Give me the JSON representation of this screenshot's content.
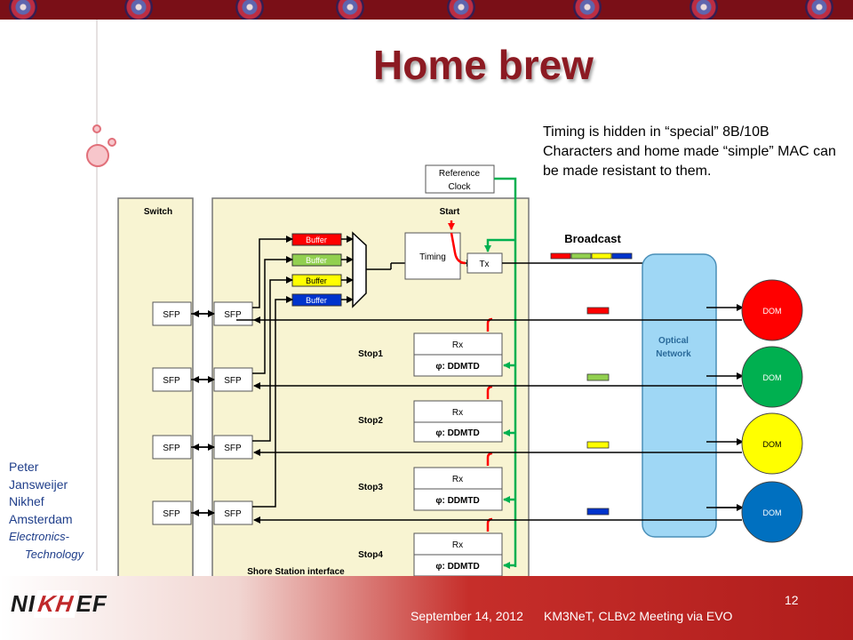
{
  "slide": {
    "title": "Home brew",
    "note": "Timing is hidden in “special” 8B/10B Characters and home made “simple” MAC can be made resistant to them.",
    "author": [
      "Peter",
      "Jansweijer",
      "Nikhef",
      "Amsterdam",
      "Electronics-",
      "Technology"
    ],
    "footer_date": "September 14, 2012",
    "footer_conf": "KM3NeT, CLBv2 Meeting via EVO",
    "page_number": "12",
    "logo_letters": [
      "NI",
      "KH",
      "EF"
    ]
  },
  "diagram": {
    "switch_label": "Switch",
    "start_label": "Start",
    "shore_label": "Shore Station interface",
    "reference_clock": [
      "Reference",
      "Clock"
    ],
    "timing_label": "Timing",
    "tx_label": "Tx",
    "broadcast_label": "Broadcast",
    "optical_network": [
      "Optical",
      "Network"
    ],
    "sfp_label": "SFP",
    "buffers": [
      {
        "label": "Buffer",
        "color": "#ff0000",
        "text_color": "#ffffff"
      },
      {
        "label": "Buffer",
        "color": "#92d050",
        "text_color": "#ffffff"
      },
      {
        "label": "Buffer",
        "color": "#ffff00",
        "text_color": "#000000"
      },
      {
        "label": "Buffer",
        "color": "#0033cc",
        "text_color": "#ffffff"
      }
    ],
    "stops": [
      {
        "label": "Stop1",
        "rx": "Rx",
        "ddmtd": "φ: DDMTD"
      },
      {
        "label": "Stop2",
        "rx": "Rx",
        "ddmtd": "φ: DDMTD"
      },
      {
        "label": "Stop3",
        "rx": "Rx",
        "ddmtd": "φ: DDMTD"
      },
      {
        "label": "Stop4",
        "rx": "Rx",
        "ddmtd": "φ: DDMTD"
      }
    ],
    "doms": [
      {
        "label": "DOM",
        "color": "#ff0000"
      },
      {
        "label": "DOM",
        "color": "#00b050"
      },
      {
        "label": "DOM",
        "color": "#ffff00"
      },
      {
        "label": "DOM",
        "color": "#0070c0"
      }
    ],
    "colors": {
      "panel": "#f8f4d2",
      "optical": "#9fd7f5",
      "accent_green": "#00b050",
      "accent_red": "#ff0000",
      "title": "#8c1a22"
    }
  }
}
